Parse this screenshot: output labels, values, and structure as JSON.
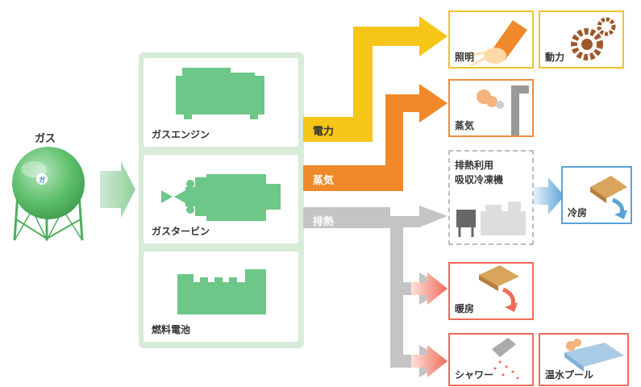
{
  "source": {
    "label": "ガス",
    "tank_color": "#5cbf6a",
    "icon": "gas-tank-icon"
  },
  "generators": [
    {
      "label": "ガスエンジン",
      "icon": "gas-engine-icon"
    },
    {
      "label": "ガスタービン",
      "icon": "gas-turbine-icon"
    },
    {
      "label": "燃料電池",
      "icon": "fuel-cell-icon"
    }
  ],
  "outputs": {
    "electricity": {
      "label": "電力",
      "color": "#f5c518"
    },
    "steam": {
      "label": "蒸気",
      "color": "#f0892a"
    },
    "exhaust_heat": {
      "label": "排熱",
      "color": "#bdbdbd"
    }
  },
  "uses": {
    "lighting": {
      "label": "照明",
      "icon": "light-bulb-icon"
    },
    "power": {
      "label": "動力",
      "icon": "gears-icon"
    },
    "steam": {
      "label": "蒸気",
      "icon": "steam-pipe-icon"
    },
    "chiller": {
      "label_line1": "排熱利用",
      "label_line2": "吸収冷凍機",
      "icon": "absorption-chiller-icon"
    },
    "cooling": {
      "label": "冷房",
      "icon": "cooling-icon"
    },
    "heating": {
      "label": "暖房",
      "icon": "heating-icon"
    },
    "shower": {
      "label": "シャワー",
      "icon": "shower-icon"
    },
    "pool": {
      "label": "温水プール",
      "icon": "pool-icon"
    }
  },
  "colors": {
    "generator_green": "#6cc788",
    "panel_green": "#d7ecd9",
    "cooling_blue": "#5aa3d6",
    "heat_red": "#ef6b5a"
  }
}
